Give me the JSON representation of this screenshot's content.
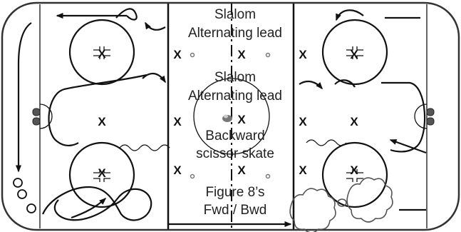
{
  "drills": {
    "top_center_a": {
      "line1": "Slalom",
      "line2": "Alternating lead"
    },
    "mid_center_a": {
      "line1": "Slalom",
      "line2": "Alternating lead"
    },
    "mid_center_b": {
      "line1": "Backward",
      "line2": "scissor skate"
    },
    "bottom_center": {
      "line1": "Figure 8’s",
      "line2": "Fwd / Bwd"
    }
  },
  "marker_letter": "X",
  "colors": {
    "line": "#111111",
    "ring_fill": "#ffffff",
    "net_fill": "#555555",
    "dot": "#999999"
  },
  "icons": [
    "arrow-icon",
    "puck-icon",
    "goal-net-icon",
    "pylon-icon",
    "faceoff-hash-icon"
  ]
}
